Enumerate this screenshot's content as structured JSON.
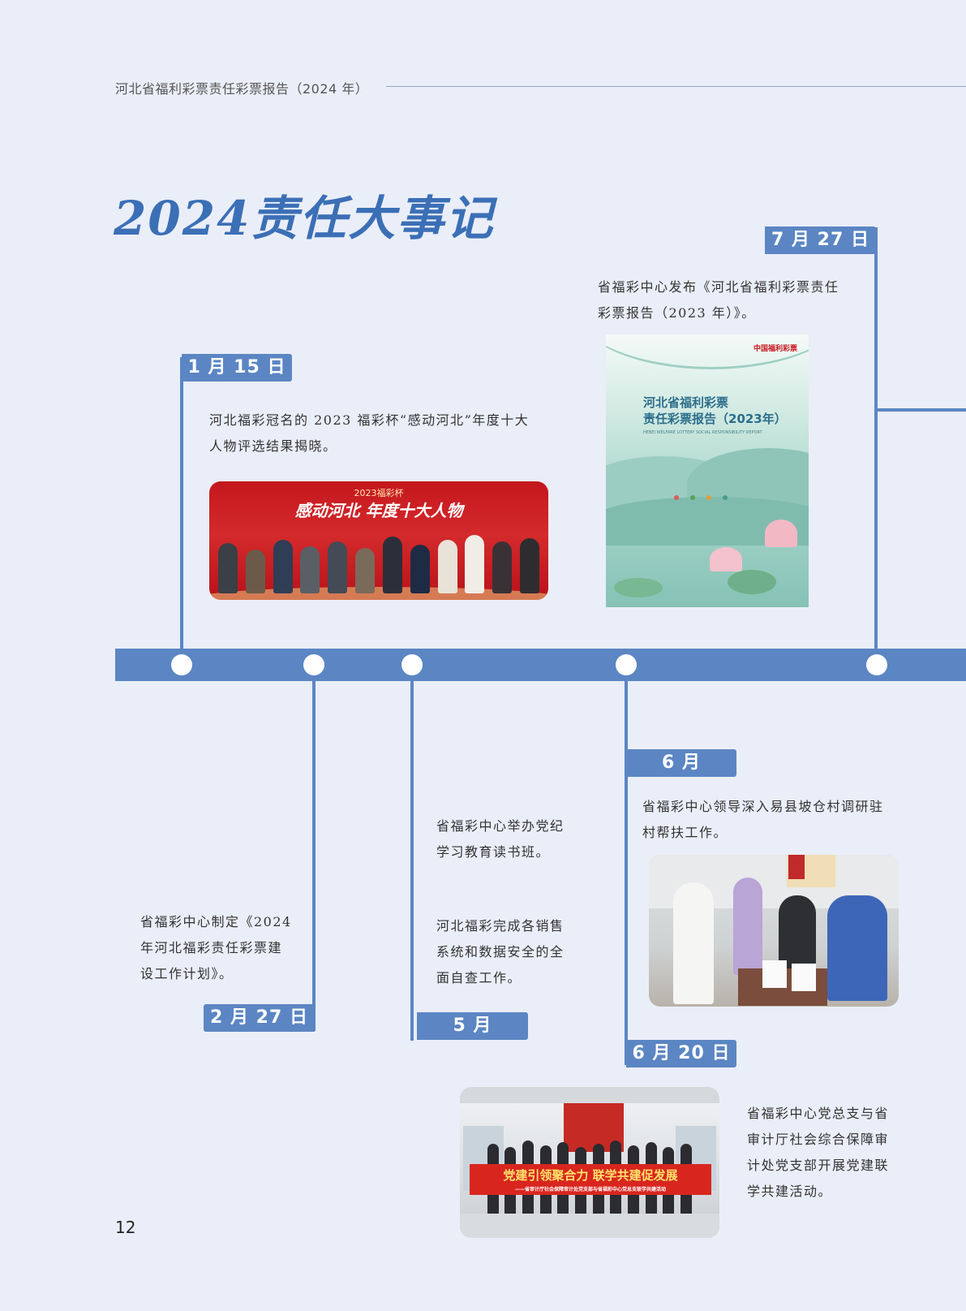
{
  "header": {
    "report_title": "河北省福利彩票责任彩票报告（2024 年）"
  },
  "title": "2024责任大事记",
  "page_number": "12",
  "events": {
    "jan15": {
      "date": "1 月 15 日",
      "text_line1": "河北福彩冠名的 2023 福彩杯“感动河北”年度十大",
      "text_line2": "人物评选结果揭晓。",
      "photo": {
        "subtitle": "2023福彩杯",
        "title": "感动河北 年度十大人物"
      }
    },
    "jul27": {
      "date": "7 月 27 日",
      "text_line1": "省福彩中心发布《河北省福利彩票责任",
      "text_line2": "彩票报告（2023 年）》。",
      "cover": {
        "logo": "中国福利彩票",
        "title_line1": "河北省福利彩票",
        "title_line2": "责任彩票报告（2023年）",
        "english": "HEBEI WELFARE LOTTERY SOCIAL RESPONSIBILITY REPORT"
      }
    },
    "feb27": {
      "date": "2 月 27 日",
      "text_line1": "省福彩中心制定《2024",
      "text_line2": "年河北福彩责任彩票建",
      "text_line3": "设工作计划》。"
    },
    "may": {
      "date": "5 月",
      "text_a_line1": "省福彩中心举办党纪",
      "text_a_line2": "学习教育读书班。",
      "text_b_line1": "河北福彩完成各销售",
      "text_b_line2": "系统和数据安全的全",
      "text_b_line3": "面自查工作。"
    },
    "jun": {
      "date": "6 月",
      "text_line1": "省福彩中心领导深入易县坡仓村调研驻",
      "text_line2": "村帮扶工作。"
    },
    "jun20": {
      "date": "6 月 20 日",
      "text_line1": "省福彩中心党总支与省",
      "text_line2": "审计厅社会综合保障审",
      "text_line3": "计处党支部开展党建联",
      "text_line4": "学共建活动。",
      "photo": {
        "banner": "党建引领聚合力  联学共建促发展",
        "banner_sub": "——省审计厅社会保障审计处党支部与省福彩中心党总支联学共建活动"
      }
    }
  },
  "colors": {
    "accent": "#5b86c3",
    "title": "#3b6fb6",
    "background": "#eaeef8"
  }
}
